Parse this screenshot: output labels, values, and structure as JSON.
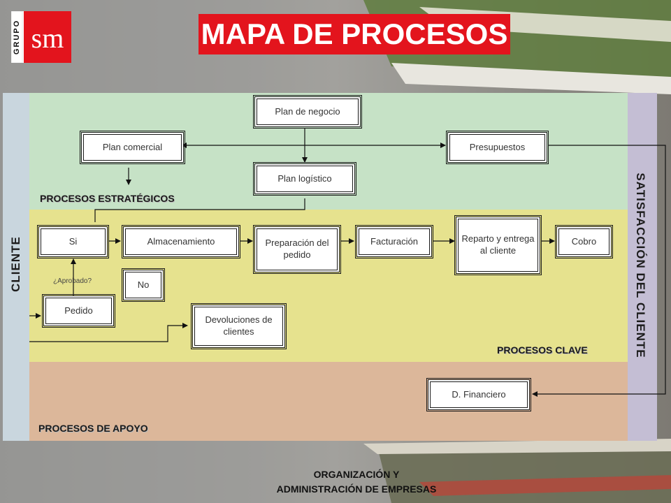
{
  "logo": {
    "vertical_text": "GRUPO",
    "brand": "sm",
    "color": "#e3141d"
  },
  "title": "MAPA DE PROCESOS",
  "sidebars": {
    "left": "CLIENTE",
    "right": "SATISFACCIÓN DEL CLIENTE"
  },
  "sections": {
    "strategic": "PROCESOS ESTRATÉGICOS",
    "key": "PROCESOS CLAVE",
    "support": "PROCESOS DE APOYO"
  },
  "band_colors": {
    "strategic": "#c6e2c6",
    "key": "#e6e28e",
    "support": "#dcb79a"
  },
  "boxes": {
    "plan_negocio": "Plan de negocio",
    "plan_comercial": "Plan comercial",
    "presupuestos": "Presupuestos",
    "plan_logistico": "Plan logístico",
    "si": "Si",
    "almacenamiento": "Almacenamiento",
    "preparacion": "Preparación del pedido",
    "facturacion": "Facturación",
    "reparto": "Reparto y entrega al cliente",
    "cobro": "Cobro",
    "no": "No",
    "pedido": "Pedido",
    "devoluciones": "Devoluciones de clientes",
    "financiero": "D. Financiero"
  },
  "question": "¿Aprobado?",
  "footer": {
    "line1": "ORGANIZACIÓN Y",
    "line2": "ADMINISTRACIÓN DE EMPRESAS"
  }
}
